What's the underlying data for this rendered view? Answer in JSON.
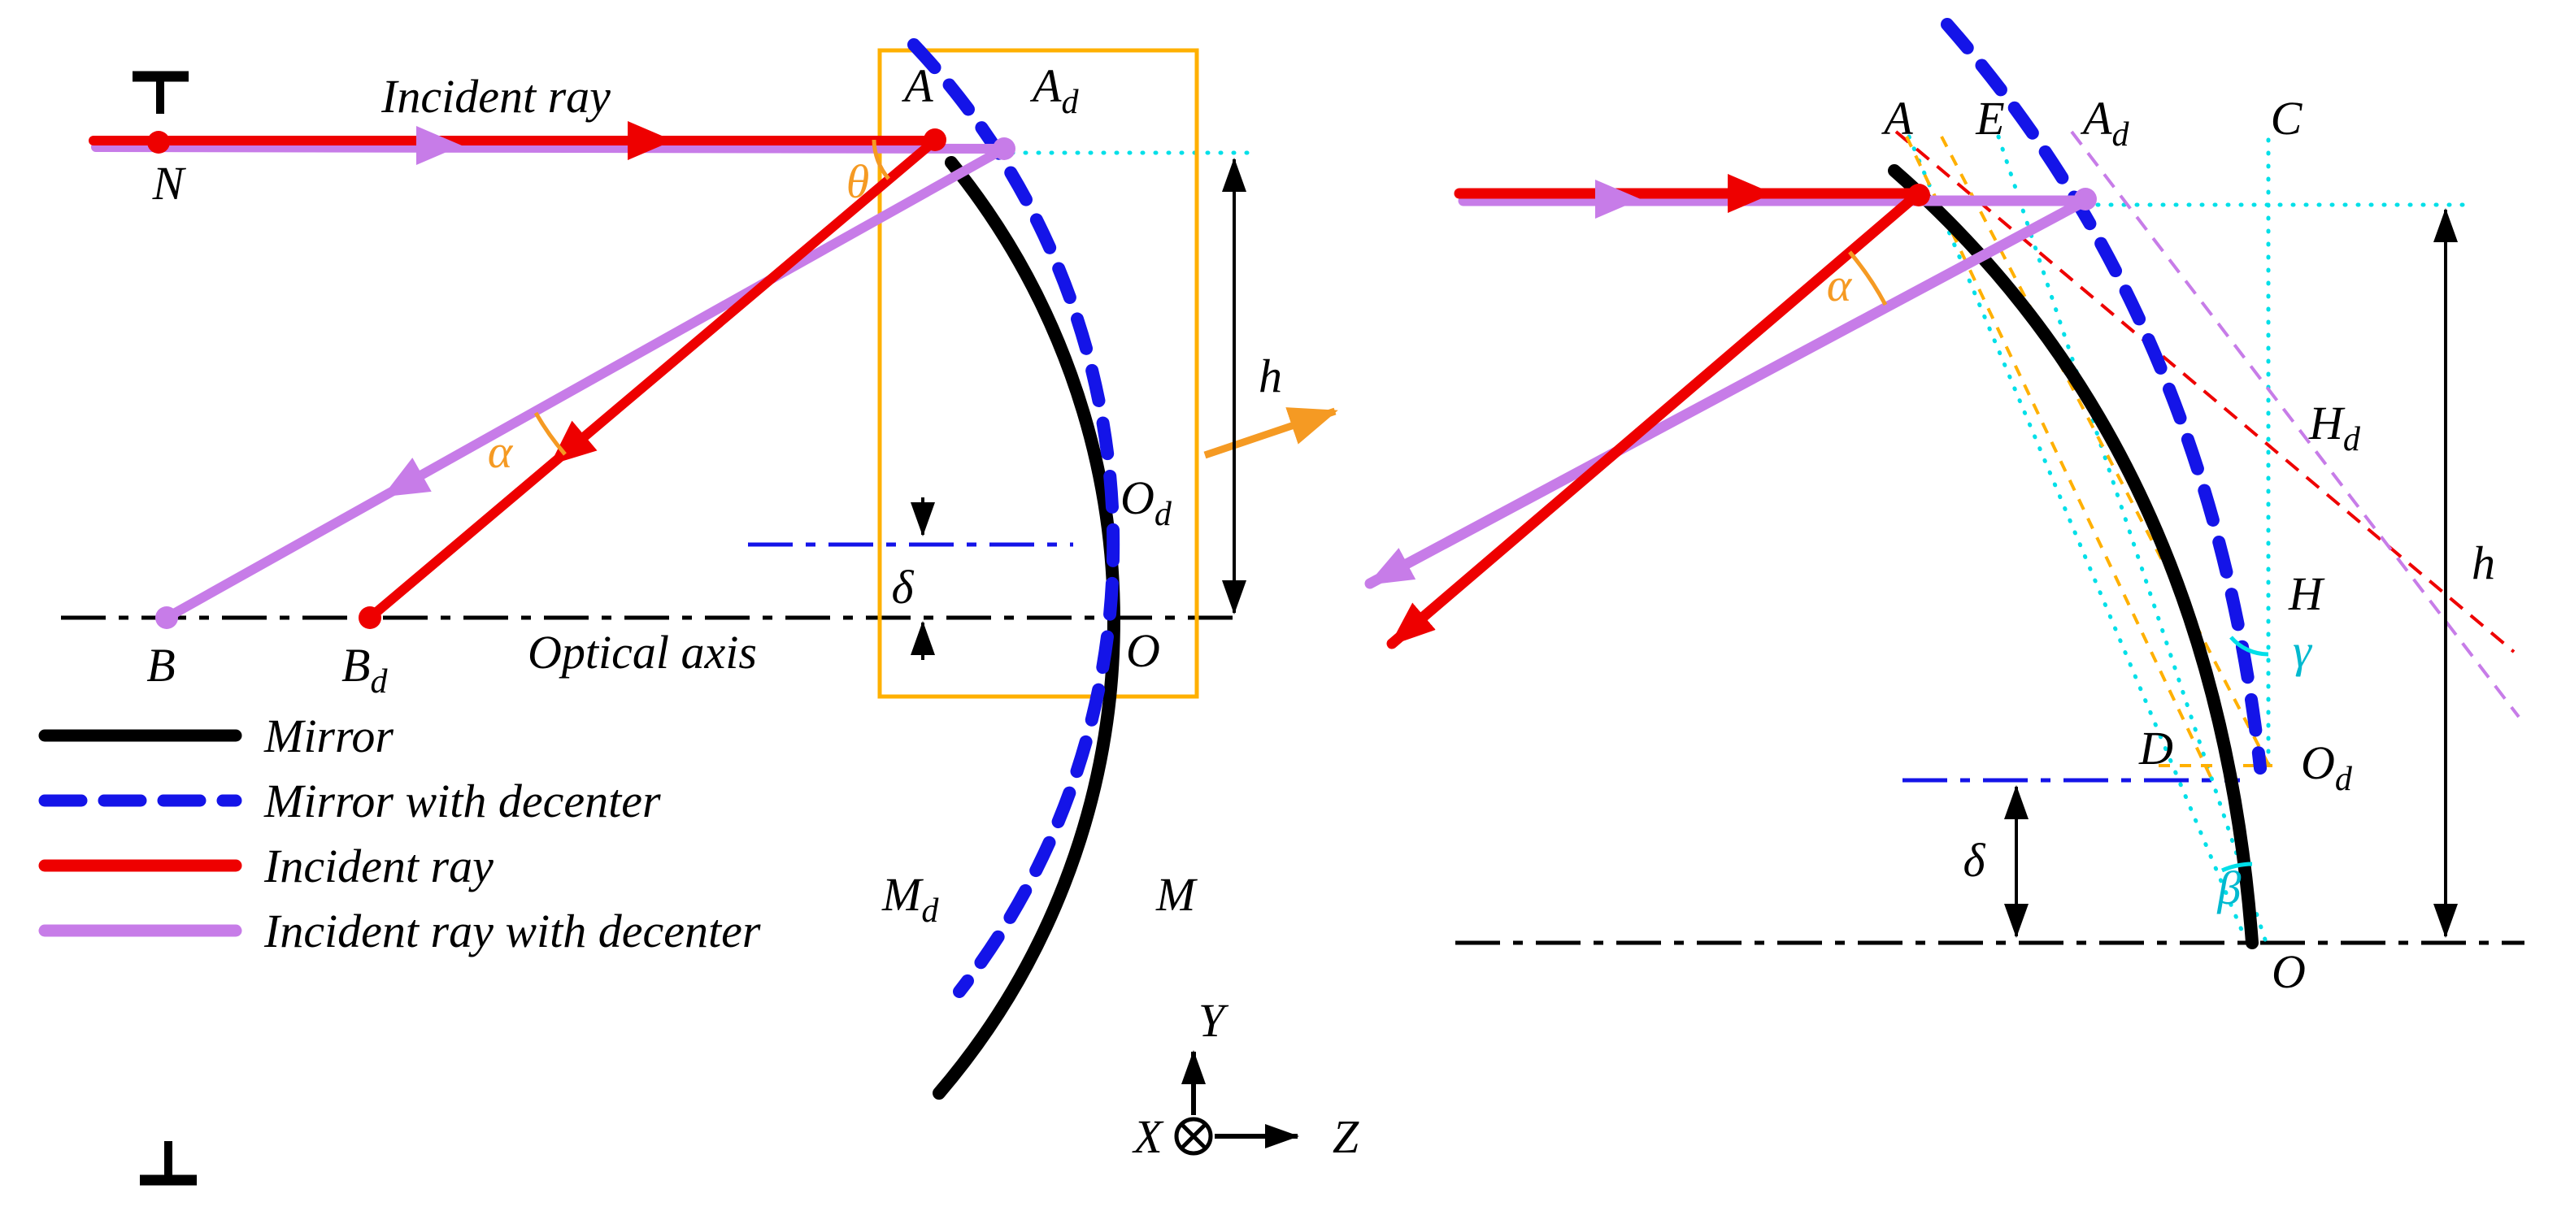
{
  "colors": {
    "mirror": "#000000",
    "mirror_decenter": "#1414E8",
    "incident_ray": "#EE0000",
    "incident_ray_decenter": "#C77CE8",
    "construction_cyan": "#00DFE8",
    "angle_marks_orange": "#F59A23",
    "highlight_box_orange": "#FFB000"
  },
  "left_panel": {
    "incident_ray_label": "Incident ray",
    "optical_axis_label": "Optical axis",
    "points": {
      "N": "N",
      "A": "A",
      "Ad": {
        "base": "A",
        "sub": "d"
      },
      "B": "B",
      "Bd": {
        "base": "B",
        "sub": "d"
      },
      "O": "O",
      "Od": {
        "base": "O",
        "sub": "d"
      },
      "M": "M",
      "Md": {
        "base": "M",
        "sub": "d"
      }
    },
    "angles": {
      "theta": "θ",
      "alpha": "α",
      "delta": "δ"
    },
    "dimensions": {
      "h": "h"
    },
    "legend": [
      {
        "label": "Mirror"
      },
      {
        "label": "Mirror with decenter"
      },
      {
        "label": "Incident ray"
      },
      {
        "label": "Incident ray with decenter"
      }
    ],
    "axes": {
      "x": "X",
      "y": "Y",
      "z": "Z"
    }
  },
  "right_panel": {
    "points": {
      "A": "A",
      "E": "E",
      "Ad": {
        "base": "A",
        "sub": "d"
      },
      "C": "C",
      "Hd": {
        "base": "H",
        "sub": "d"
      },
      "H": "H",
      "Od": {
        "base": "O",
        "sub": "d"
      },
      "D": "D",
      "O": "O"
    },
    "angles": {
      "alpha": "α",
      "beta": "β",
      "gamma": "γ",
      "delta": "δ"
    },
    "dimensions": {
      "h": "h"
    }
  }
}
